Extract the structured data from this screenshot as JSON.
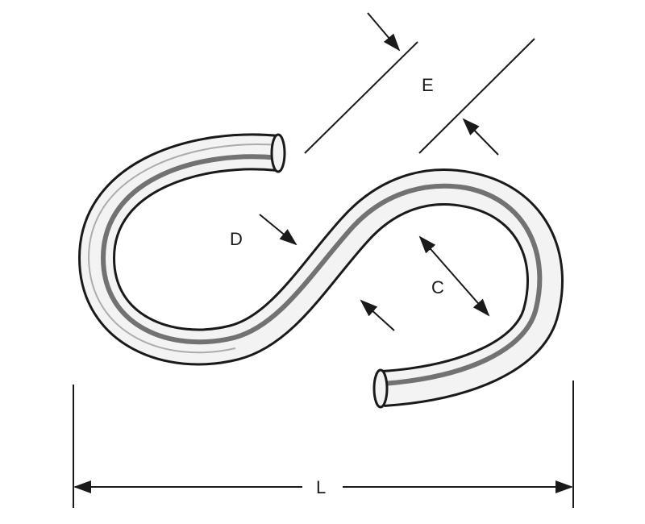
{
  "diagram": {
    "labels": {
      "E": "E",
      "D": "D",
      "C": "C",
      "L": "L"
    },
    "colors": {
      "line": "#1a1a1a",
      "wire_fill": "#f3f3f3",
      "wire_shade": "#5a5a5a",
      "background": "#ffffff"
    }
  }
}
